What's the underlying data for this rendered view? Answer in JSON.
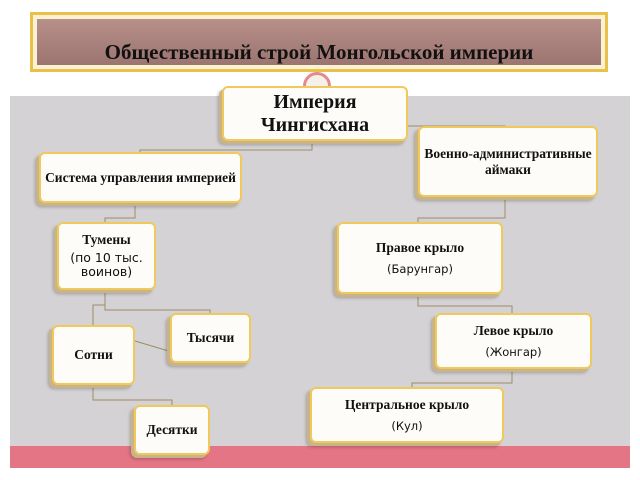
{
  "title": "Общественный строй Монгольской империи",
  "nodes": {
    "empire": "Империя Чингисхана",
    "governance": "Система управления империей",
    "military_aimaki": "Военно-административные аймаки",
    "tumens": "Тумены",
    "tumens_note": "(по 10 тыс. воинов)",
    "thousands": "Тысячи",
    "hundreds": "Сотни",
    "tens": "Десятки",
    "right_wing": "Правое крыло",
    "right_wing_note": "(Барунгар)",
    "left_wing": "Левое крыло",
    "left_wing_note": "(Жонгар)",
    "center_wing": "Центральное крыло",
    "center_wing_note": "(Кул)"
  },
  "colors": {
    "title_bar": "#a88280",
    "title_frame": "#e9c14a",
    "panel": "#d4d2d4",
    "band": "#e47584",
    "box_border": "#f0c95c"
  }
}
